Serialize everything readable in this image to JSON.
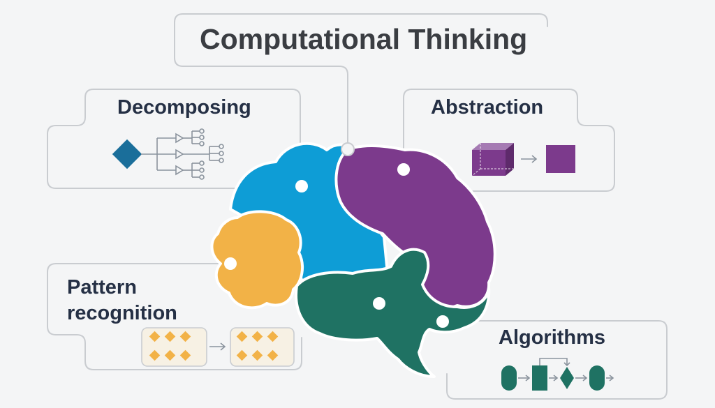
{
  "title": "Computational Thinking",
  "concepts": {
    "decomposing": {
      "label": "Decomposing",
      "color": "#0e9dd6"
    },
    "abstraction": {
      "label": "Abstraction",
      "color": "#7c3a8c"
    },
    "pattern_recognition": {
      "label_line1": "Pattern",
      "label_line2": "recognition",
      "color": "#f2b247"
    },
    "algorithms": {
      "label": "Algorithms",
      "color": "#1f7263"
    }
  },
  "icons": {
    "decomposing": "branching-tree-icon",
    "abstraction": "cube-to-square-icon",
    "pattern_recognition": "diamond-grid-icon",
    "algorithms": "flowchart-icon"
  },
  "colors": {
    "text": "#253045",
    "title_text": "#3a3d42",
    "frame_lines": "#c9ccd0",
    "background": "#f4f5f6"
  }
}
